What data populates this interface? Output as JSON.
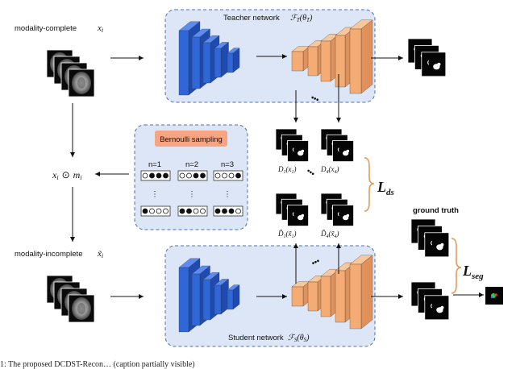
{
  "labels": {
    "modality_complete": "modality-complete",
    "x_i": "x",
    "x_i_sub": "i",
    "modality_incomplete": "modality-incomplete",
    "x_tilde_i": "x̃",
    "x_tilde_sub": "i",
    "masked_input_x": "x",
    "masked_input_odot": "⊙",
    "masked_input_m": "m",
    "masked_input_sub": "i",
    "ground_truth": "ground truth"
  },
  "teacher": {
    "title": "Teacher network",
    "symbol": "ℱ",
    "symbol_sub": "T",
    "param": "(θ",
    "param_sub": "T",
    "param_close": ")"
  },
  "student": {
    "title": "Student network",
    "symbol": "ℱ",
    "symbol_sub": "S",
    "param": "(θ",
    "param_sub": "S",
    "param_close": ")"
  },
  "bernoulli": {
    "title": "Bernoulli sampling",
    "columns": [
      "n=1",
      "n=2",
      "n=3"
    ],
    "vdots": "⋮"
  },
  "outputs": {
    "D1": "D",
    "D1_sub": "1",
    "D1_arg": "(x",
    "D1_arg_sub": "1",
    "D1_arg_close": ")",
    "D4": "D",
    "D4_sub": "4",
    "D4_arg": "(x",
    "D4_arg_sub": "4",
    "D4_arg_close": ")",
    "Dt1": "D̃",
    "Dt1_sub": "1",
    "Dt1_arg": "(x̃",
    "Dt1_arg_sub": "1",
    "Dt1_arg_close": ")",
    "Dt4": "D̃",
    "Dt4_sub": "4",
    "Dt4_arg": "(x̃",
    "Dt4_arg_sub": "4",
    "Dt4_arg_close": ")",
    "dots": "•••"
  },
  "losses": {
    "L": "L",
    "ds": "ds",
    "seg": "seg"
  },
  "caption": "1: The proposed DCDST-Recon… (caption partially visible)"
}
